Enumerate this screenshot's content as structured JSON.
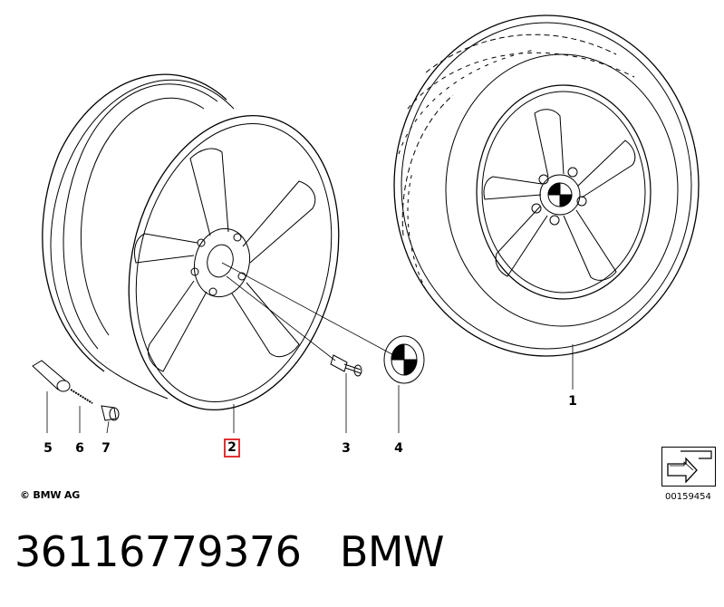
{
  "callouts": {
    "tire_wheel": "1",
    "rim": "2",
    "bolt": "3",
    "hub_cap": "4",
    "valve_cap": "5",
    "valve_core": "6",
    "valve_stem": "7"
  },
  "copyright": "© BMW AG",
  "diagram_id": "00159454",
  "caption": {
    "part_number": "36116779376",
    "brand": "BMW"
  },
  "highlight_color": "#e03131",
  "icons": {
    "sheet_icon": "arrow-sheet-icon"
  }
}
